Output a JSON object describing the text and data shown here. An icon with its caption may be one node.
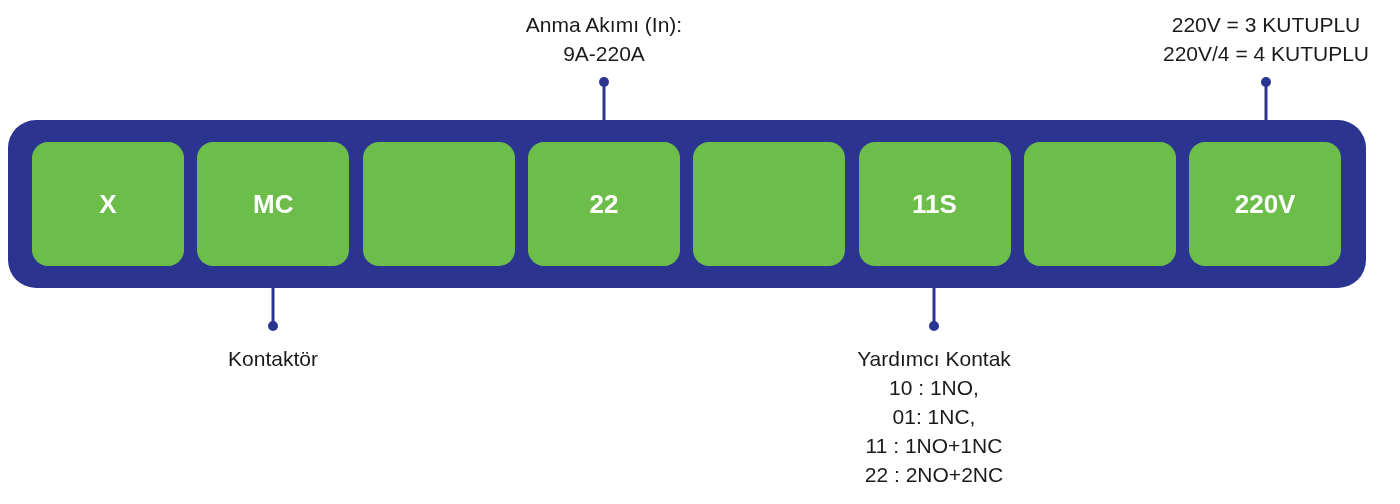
{
  "diagram": {
    "nodes": [
      {
        "text": [],
        "shape": "box"
      },
      {
        "text": [
          "X"
        ],
        "in": 0
      },
      {
        "text": [
          "MC"
        ],
        "in": 0
      },
      {
        "text": [],
        "shape": "box",
        "in": 0
      },
      {
        "text": [
          "22"
        ],
        "in": 0
      },
      {
        "text": [],
        "shape": "box",
        "in": 0
      },
      {
        "text": [
          "11S"
        ],
        "in": 0
      },
      {
        "text": [],
        "shape": "box",
        "in": 0
      },
      {
        "text": [
          "220V"
        ],
        "in": 0
      },
      {
        "text": [
          "Anma Akımı (In):",
          "9A-220A"
        ]
      },
      {
        "text": [
          "220V = 3 KUTUPLU",
          "220V/4 = 4 KUTUPLU"
        ]
      },
      {
        "text": [
          "Kontaktör"
        ]
      },
      {
        "text": [
          "Yardımcı Kontak",
          "10 : 1NO,",
          "01: 1NC,",
          "11 : 1NO+1NC",
          "22 : 2NO+2NC"
        ]
      }
    ],
    "edges": [
      {
        "from": 9,
        "to": 4,
        "arrow": "other"
      },
      {
        "from": 10,
        "to": 8,
        "arrow": "other"
      },
      {
        "from": 11,
        "to": 2,
        "arrow": "other"
      },
      {
        "from": 12,
        "to": 6,
        "arrow": "other"
      }
    ]
  }
}
